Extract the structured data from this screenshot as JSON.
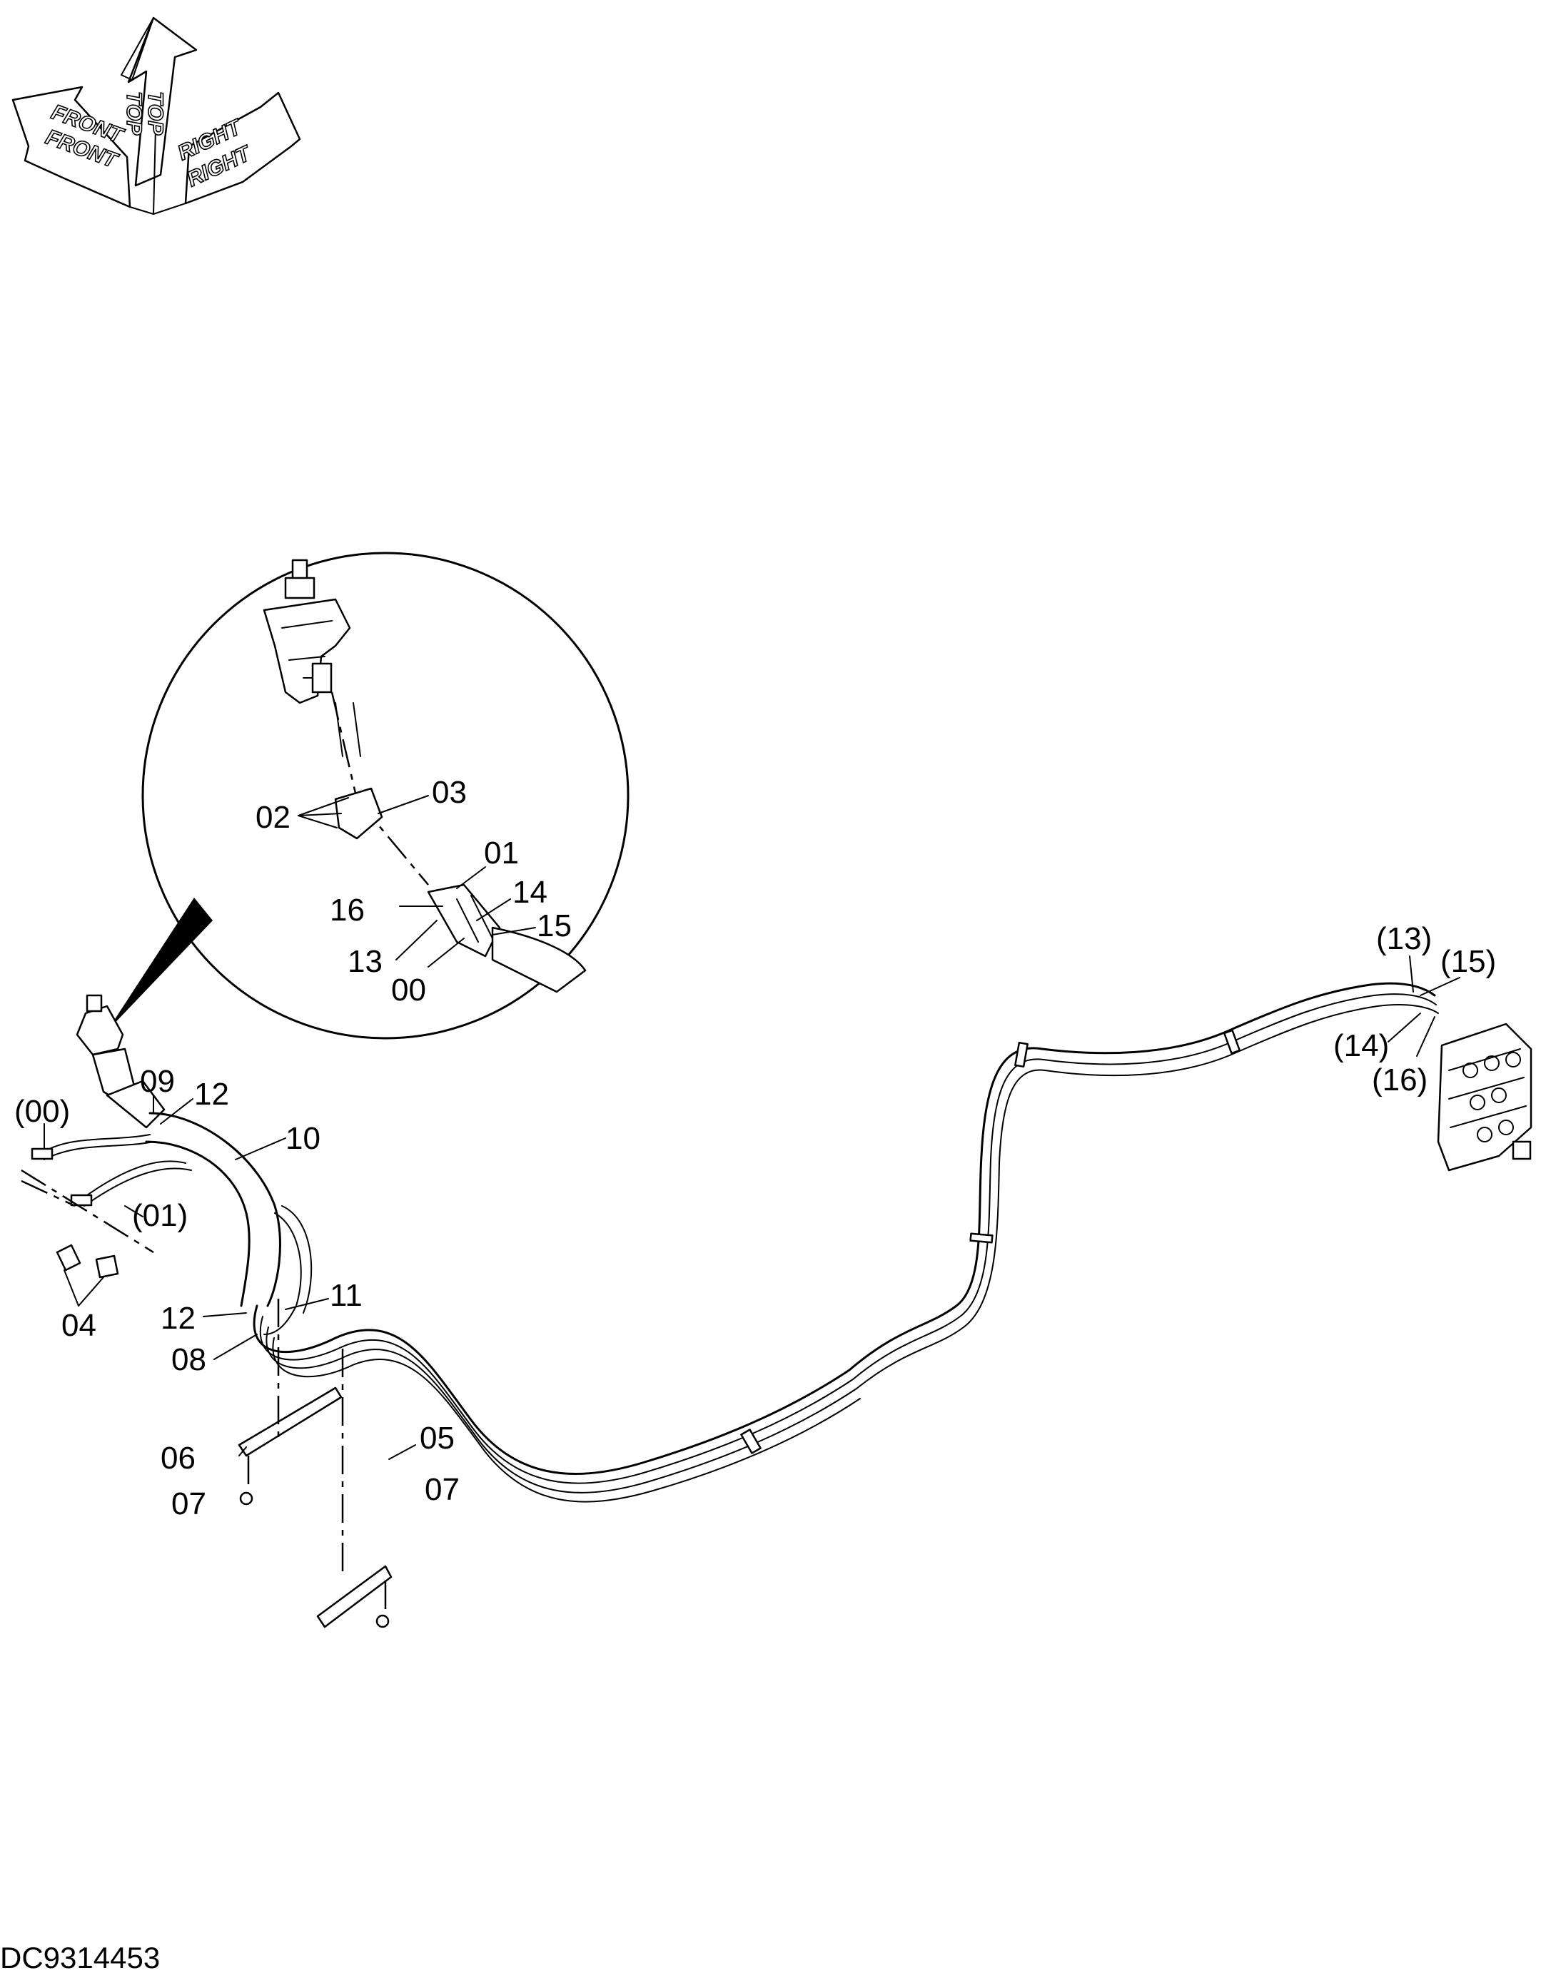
{
  "drawing_code": "DC9314453",
  "orientation": {
    "top_1": "TOP",
    "top_2": "TOP",
    "front_1": "FRONT",
    "front_2": "FRONT",
    "right_1": "RIGHT",
    "right_2": "RIGHT"
  },
  "callouts": {
    "c02": "02",
    "c03": "03",
    "c01": "01",
    "c16": "16",
    "c14": "14",
    "c13": "13",
    "c15": "15",
    "c00": "00",
    "p00": "(00)",
    "p01": "(01)",
    "c09": "09",
    "c12a": "12",
    "c10": "10",
    "c04": "04",
    "c12b": "12",
    "c11": "11",
    "c08": "08",
    "c06": "06",
    "c05": "05",
    "c07a": "07",
    "c07b": "07",
    "p13": "(13)",
    "p15": "(15)",
    "p14": "(14)",
    "p16": "(16)"
  }
}
